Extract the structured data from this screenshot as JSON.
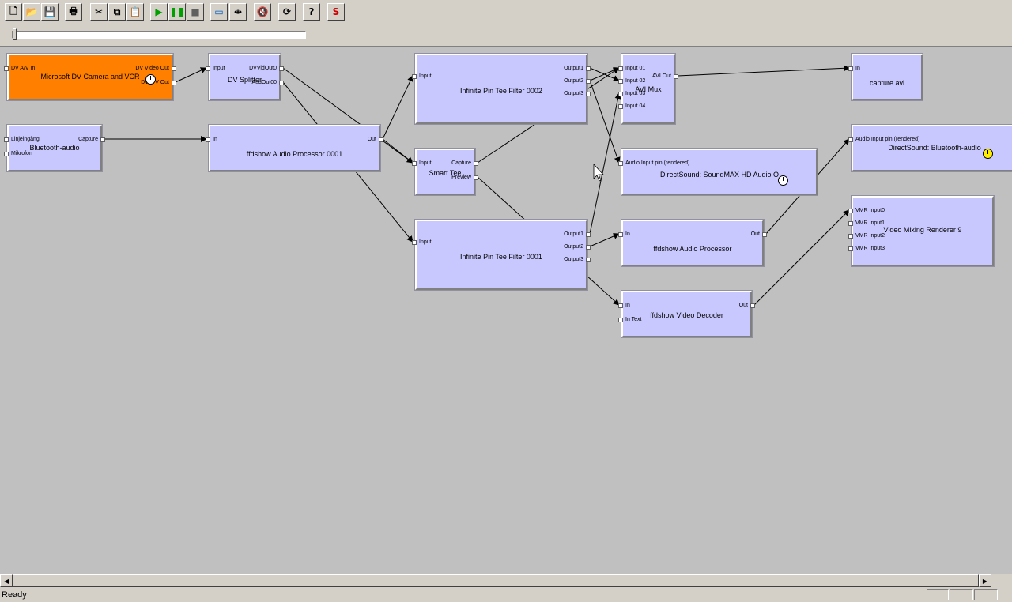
{
  "toolbar": {
    "buttons": [
      {
        "name": "new-file-icon",
        "glyph": "🗋"
      },
      {
        "name": "open-folder-icon",
        "glyph": "📂"
      },
      {
        "name": "save-icon",
        "glyph": "💾"
      },
      {
        "name": "print-icon",
        "glyph": "🖶"
      },
      {
        "name": "cut-icon",
        "glyph": "✂"
      },
      {
        "name": "copy-icon",
        "glyph": "⧉"
      },
      {
        "name": "paste-icon",
        "glyph": "📋"
      },
      {
        "name": "play-icon",
        "glyph": "▶"
      },
      {
        "name": "pause-icon",
        "glyph": "❚❚"
      },
      {
        "name": "stop-icon",
        "glyph": "■"
      },
      {
        "name": "insert-filter-icon",
        "glyph": "▭"
      },
      {
        "name": "connect-pins-icon",
        "glyph": "⇹"
      },
      {
        "name": "mute-icon",
        "glyph": "🔇"
      },
      {
        "name": "refresh-icon",
        "glyph": "⟳"
      },
      {
        "name": "help-icon",
        "glyph": "?"
      },
      {
        "name": "stats-icon",
        "glyph": "S"
      }
    ]
  },
  "seek": {
    "position": 0
  },
  "filters": [
    {
      "id": "dvcam",
      "title": "Microsoft DV Camera and VCR",
      "selected": true,
      "clock": true,
      "in_pins": [
        "DV A/V In"
      ],
      "out_pins": [
        "DV Video Out",
        "DV A/V Out"
      ]
    },
    {
      "id": "dvsplit",
      "title": "DV Splitter",
      "in_pins": [
        "Input"
      ],
      "out_pins": [
        "DVVidOut0",
        "AudOut00"
      ]
    },
    {
      "id": "btaudio",
      "title": "Bluetooth-audio",
      "in_pins": [
        "Linjeingång",
        "Mikrofon"
      ],
      "out_pins": [
        "Capture"
      ]
    },
    {
      "id": "ffaudio1",
      "title": "ffdshow Audio Processor 0001",
      "in_pins": [
        "In"
      ],
      "out_pins": [
        "Out"
      ]
    },
    {
      "id": "tee2",
      "title": "Infinite Pin Tee Filter 0002",
      "in_pins": [
        "Input"
      ],
      "out_pins": [
        "Output1",
        "Output2",
        "Output3"
      ]
    },
    {
      "id": "smarttee",
      "title": "Smart Tee",
      "in_pins": [
        "Input"
      ],
      "out_pins": [
        "Capture",
        "Preview"
      ]
    },
    {
      "id": "tee1",
      "title": "Infinite Pin Tee Filter 0001",
      "in_pins": [
        "Input"
      ],
      "out_pins": [
        "Output1",
        "Output2",
        "Output3"
      ]
    },
    {
      "id": "avimux",
      "title": "AVI Mux",
      "in_pins": [
        "Input 01",
        "Input 02",
        "Input 03",
        "Input 04"
      ],
      "out_pins": [
        "AVI Out"
      ]
    },
    {
      "id": "dssound",
      "title": "DirectSound: SoundMAX HD Audio O",
      "clock": true,
      "in_pins": [
        "Audio Input pin (rendered)"
      ],
      "out_pins": []
    },
    {
      "id": "ffaudio",
      "title": "ffdshow Audio Processor",
      "in_pins": [
        "In"
      ],
      "out_pins": [
        "Out"
      ]
    },
    {
      "id": "ffvideo",
      "title": "ffdshow Video Decoder",
      "in_pins": [
        "In",
        "In Text"
      ],
      "out_pins": [
        "Out"
      ]
    },
    {
      "id": "capavi",
      "title": "capture.avi",
      "in_pins": [
        "In"
      ],
      "out_pins": []
    },
    {
      "id": "dsbt",
      "title": "DirectSound: Bluetooth-audio",
      "clock": true,
      "clock_color": "yellow",
      "in_pins": [
        "Audio Input pin (rendered)"
      ],
      "out_pins": []
    },
    {
      "id": "vmr9",
      "title": "Video Mixing Renderer 9",
      "in_pins": [
        "VMR Input0",
        "VMR Input1",
        "VMR Input2",
        "VMR Input3"
      ],
      "out_pins": []
    }
  ],
  "status": {
    "text": "Ready"
  }
}
